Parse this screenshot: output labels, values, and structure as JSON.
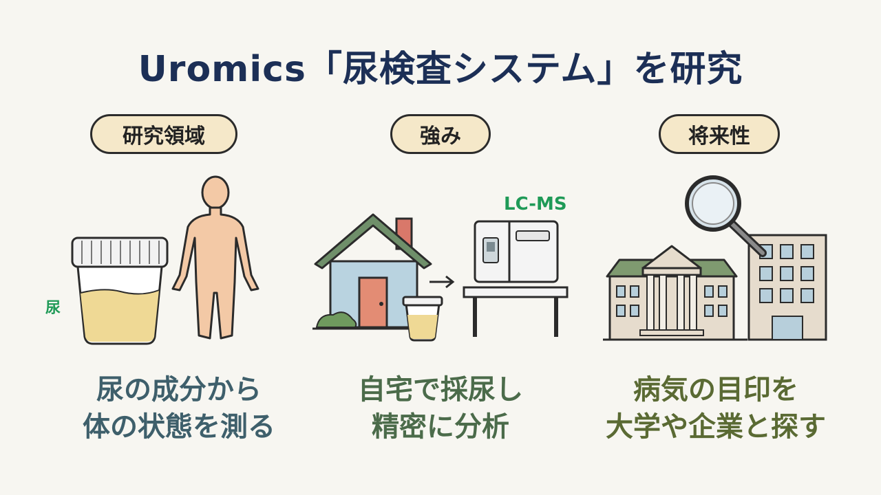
{
  "title": "Uromics「尿検査システム」を研究",
  "columns": [
    {
      "heading": "研究領域",
      "caption_line1": "尿の成分から",
      "caption_line2": "体の状態を測る",
      "label": "尿"
    },
    {
      "heading": "強み",
      "caption_line1": "自宅で採尿し",
      "caption_line2": "精密に分析",
      "label": "LC-MS"
    },
    {
      "heading": "将来性",
      "caption_line1": "病気の目印を",
      "caption_line2": "大学や企業と探す"
    }
  ],
  "colors": {
    "title": "#1c2f56",
    "pill_bg": "#f5e8c9",
    "label_green": "#1f9a57",
    "caption1": "#3e5f6b",
    "caption2": "#4b6b4a",
    "caption3": "#5a6a33"
  },
  "icons": [
    "urine-cup-icon",
    "human-body-icon",
    "house-icon",
    "arrow-icon",
    "lcms-machine-icon",
    "university-building-icon",
    "magnifier-icon",
    "office-building-icon"
  ]
}
